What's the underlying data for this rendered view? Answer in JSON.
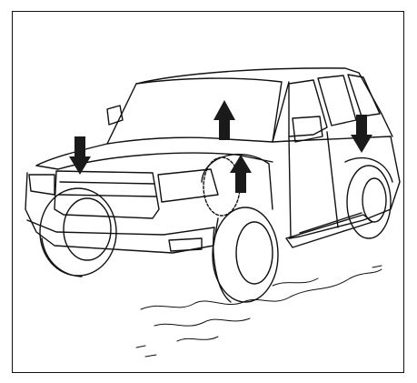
{
  "diagram": {
    "colors": {
      "line": "#111111",
      "background": "#ffffff",
      "arrow": "#1a1a1a"
    },
    "arrows": [
      {
        "name": "front-left-wheel-down-arrow",
        "direction": "down"
      },
      {
        "name": "hood-up-arrow",
        "direction": "up"
      },
      {
        "name": "front-right-wheel-up-arrow",
        "direction": "up"
      },
      {
        "name": "rear-right-wheel-down-arrow",
        "direction": "down"
      }
    ]
  }
}
